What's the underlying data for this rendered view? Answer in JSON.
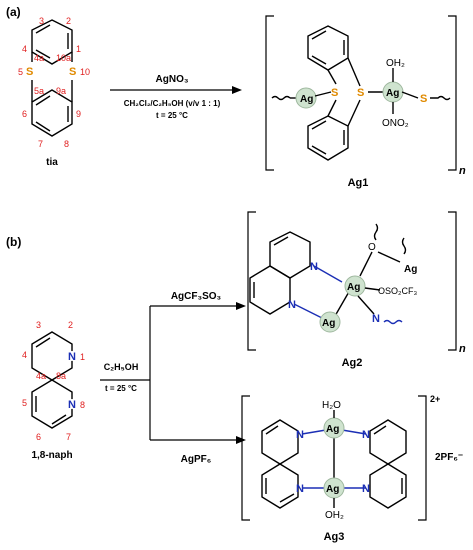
{
  "colors": {
    "numbering": "#e02020",
    "sulfur": "#e08a00",
    "nitrogen": "#1b2fb5",
    "silver_highlight": "#cfe3cf"
  },
  "panel_a": {
    "label": "(a)",
    "reactant": {
      "name": "tia",
      "numbers": [
        "1",
        "2",
        "3",
        "4",
        "4a",
        "5",
        "5a",
        "6",
        "7",
        "8",
        "9",
        "9a",
        "10",
        "10a"
      ],
      "atoms": {
        "s5": "S",
        "s10": "S"
      }
    },
    "reagent": "AgNO₃",
    "conditions_line1": "CH₂Cl₂/C₂H₅OH (v/v 1 : 1)",
    "conditions_line2": "t = 25 °C",
    "product": {
      "name": "Ag1",
      "subscript": "n",
      "ligands": {
        "water": "OH₂",
        "nitrate": "ONO₂"
      },
      "atoms": {
        "ag": "Ag",
        "s": "S"
      }
    }
  },
  "panel_b": {
    "label": "(b)",
    "reactant": {
      "name": "1,8-naph",
      "numbers": [
        "2",
        "3",
        "4",
        "4a",
        "5",
        "6",
        "7",
        "8a"
      ],
      "atoms": {
        "n1": "N",
        "n8": "N",
        "n1_num": "1",
        "n8_num": "8"
      }
    },
    "conditions_line1": "C₂H₅OH",
    "conditions_line2": "t = 25 °C",
    "upper": {
      "reagent": "AgCF₃SO₃",
      "product_name": "Ag2",
      "subscript": "n",
      "ligands": {
        "o": "O",
        "triflate": "OSO₂CF₃",
        "n": "N"
      },
      "atoms": {
        "ag": "Ag",
        "n": "N"
      }
    },
    "lower": {
      "reagent": "AgPF₆",
      "product_name": "Ag3",
      "charge": "2+",
      "counterion": "2PF₆⁻",
      "ligands": {
        "water_top": "H₂O",
        "water_bottom": "OH₂"
      },
      "atoms": {
        "ag": "Ag",
        "n": "N"
      }
    }
  }
}
